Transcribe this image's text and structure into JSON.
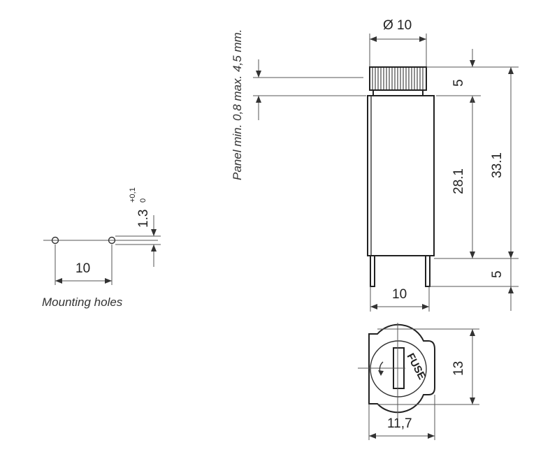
{
  "drawing": {
    "panel_note": "Panel min. 0,8 max. 4,5 mm.",
    "mounting": {
      "pitch": "10",
      "hole_size_main": "1.3",
      "tol_upper": "+0,1",
      "tol_lower": "0",
      "caption": "Mounting holes"
    },
    "side_view": {
      "diameter": "Ø 10",
      "cap_height": "5",
      "body_length": "28.1",
      "overall_length": "33.1",
      "pin_length": "5",
      "width": "10"
    },
    "top_view": {
      "label": "FUSE",
      "depth": "13",
      "width": "11,7"
    }
  }
}
